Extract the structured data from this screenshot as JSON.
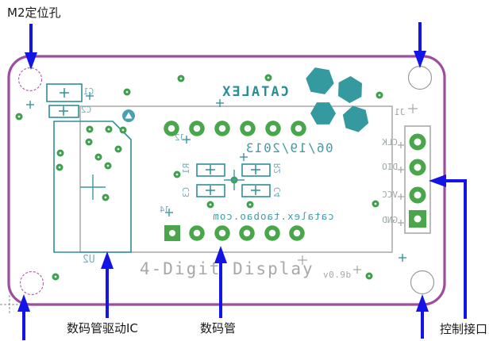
{
  "annotations": {
    "mounting_hole": "M2定位孔",
    "driver_ic": "数码管驱动IC",
    "digit_display": "数码管",
    "control_interface": "控制接口"
  },
  "silkscreen": {
    "brand": "CATALEX",
    "date": "06/19/2013",
    "url": "catalex.taobao.com",
    "product": "4-Digit Display",
    "version": "v0.9b"
  },
  "connector": {
    "refdes": "J1",
    "pin_labels": [
      "CLK",
      "DIO",
      "VCC",
      "GND"
    ]
  },
  "components": {
    "c1": "C1",
    "c2": "C2",
    "r1": "R1",
    "c3": "C3",
    "r2": "R2",
    "c4": "C4",
    "u2": "U2",
    "j2": "J2",
    "j4": "J4"
  },
  "colors": {
    "board_outline": "#9e4d9e",
    "silk_teal": "#2e8f96",
    "pad_green": "#4aa64a",
    "silk_gray": "#a3a3a3",
    "arrow_blue": "#1414e6"
  }
}
